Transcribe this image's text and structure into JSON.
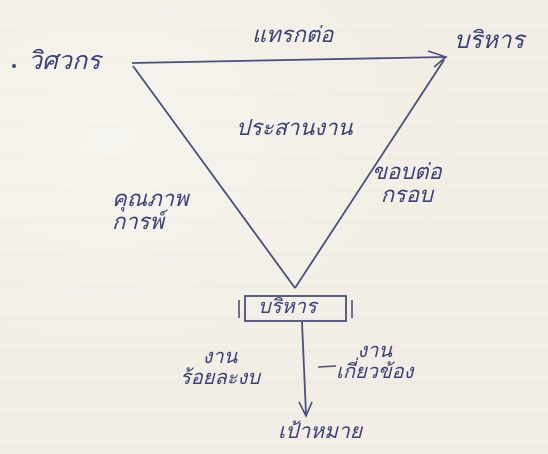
{
  "nodes": {
    "left": "วิศวกร",
    "right": "บริหาร",
    "bottom": "บริหาร"
  },
  "edges": {
    "top": "แทรกต่อ",
    "left": "คุณภาพ\nการพ์",
    "right": "ขอบต่อ\nกรอบ"
  },
  "center": "ประสานงาน",
  "bottom": {
    "left": "งาน\nร้อยละงบ",
    "right": "งาน\nเกี่ยวข้อง",
    "target": "เป้าหมาย"
  },
  "colors": {
    "ink": "#3c4178",
    "line": "#4a4f7c",
    "paper": "#f2eee5"
  }
}
